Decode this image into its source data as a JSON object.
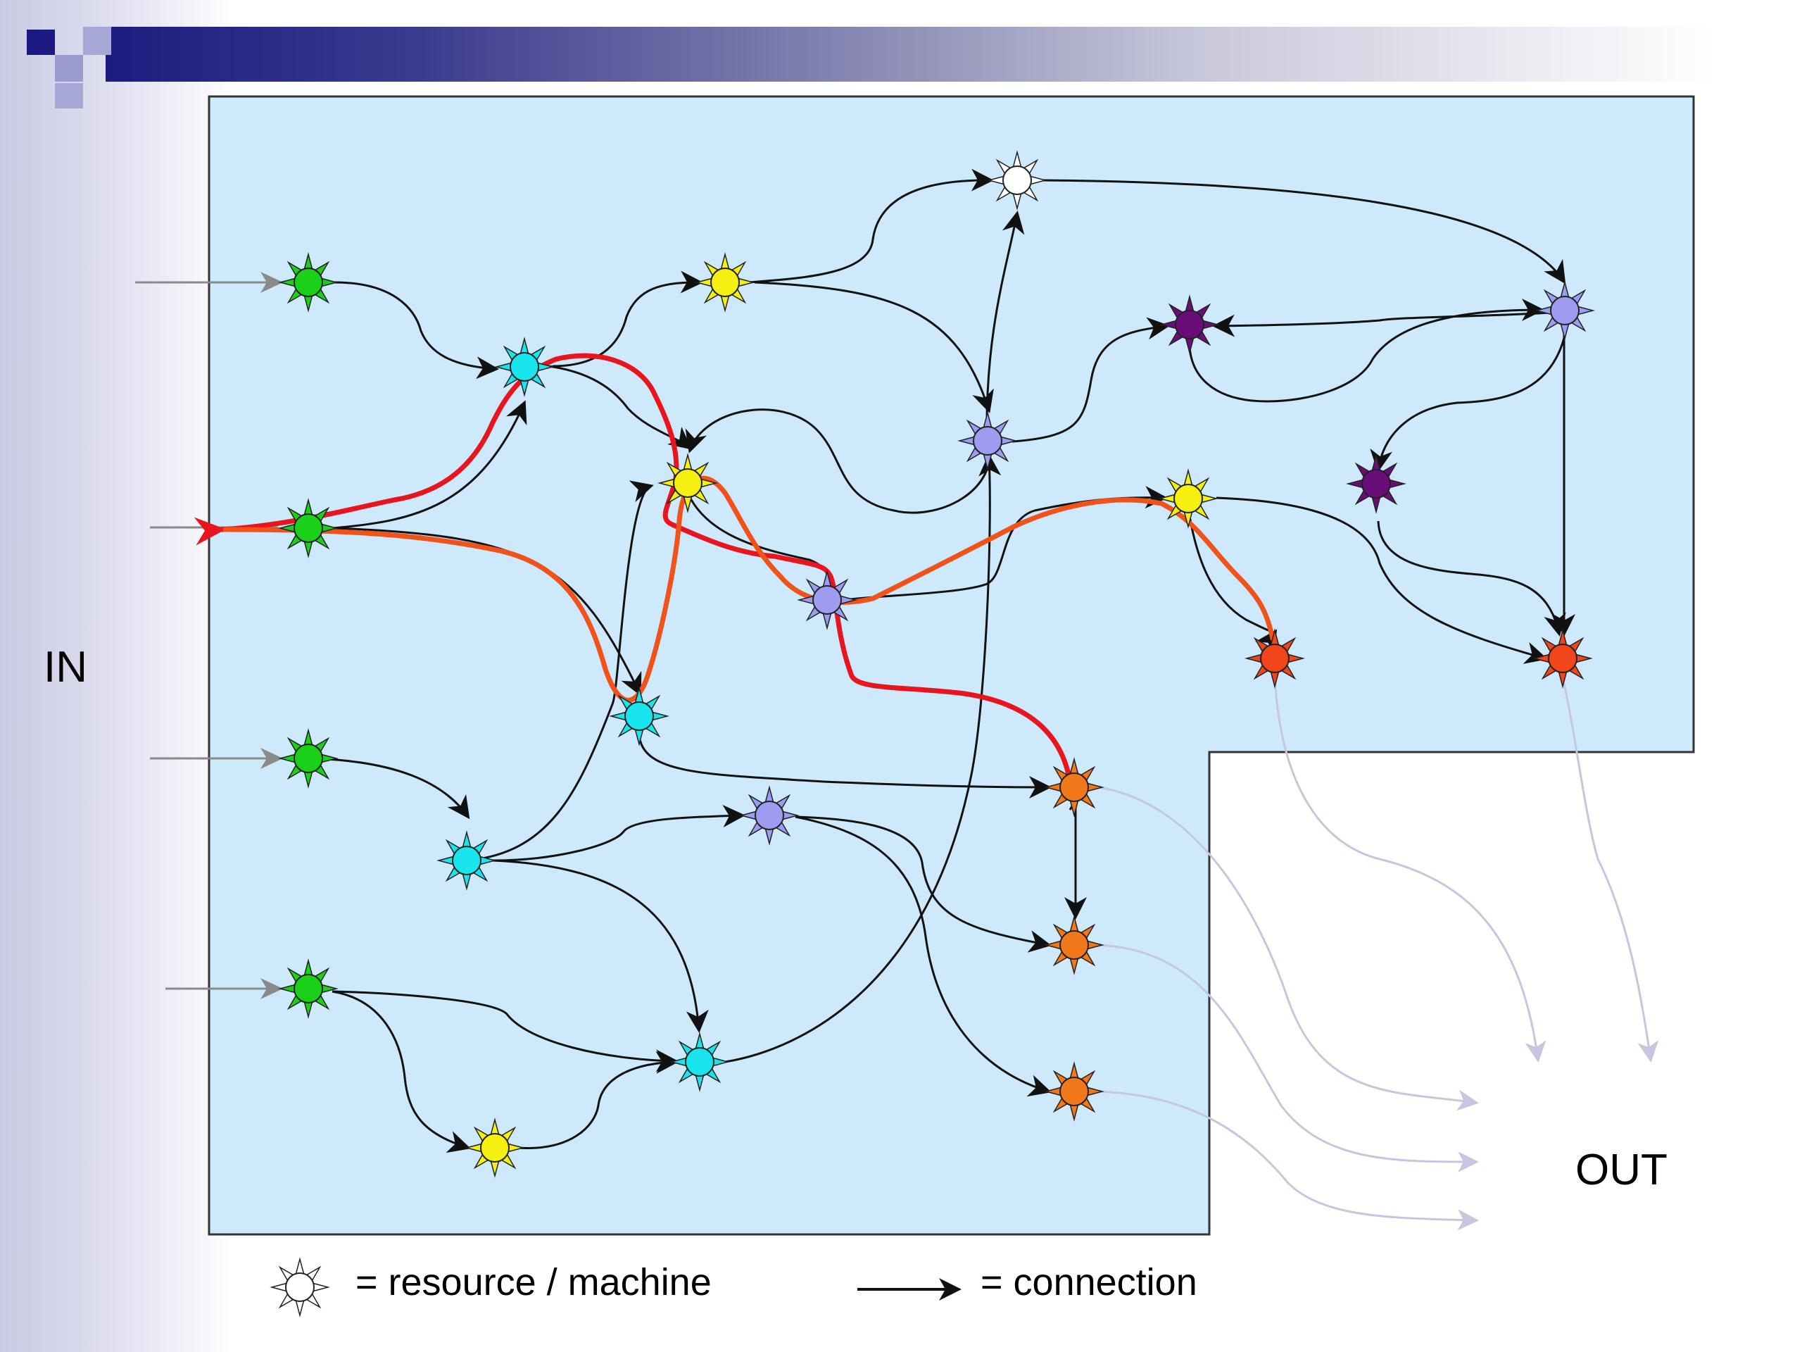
{
  "labels": {
    "input": "IN",
    "output": "OUT"
  },
  "legend": {
    "resource": "= resource / machine",
    "connection": "= connection"
  },
  "colors": {
    "background_region": "#cde9fb",
    "region_border": "#333333",
    "edge": "#111111",
    "input_arrow": "#8a8a8a",
    "output_arrow": "#c6c6e0",
    "path_red": "#e8141e",
    "path_orange": "#f0521a",
    "machine_green": "#19d119",
    "machine_cyan": "#19e5ee",
    "machine_yellow": "#f5f00f",
    "machine_lavender": "#9d9cf0",
    "machine_white": "#ffffff",
    "machine_purple": "#6a0d78",
    "machine_orange": "#f0781a",
    "machine_red": "#f0461a"
  },
  "icons": {
    "resource": "sun-star-icon",
    "connection": "arrow-right-icon"
  }
}
